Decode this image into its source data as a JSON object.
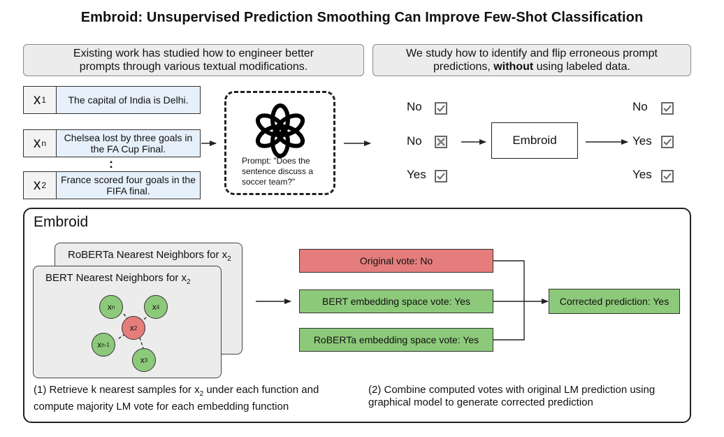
{
  "title": "Embroid: Unsupervised Prediction Smoothing Can Improve Few-Shot Classification",
  "banner_left": {
    "line1": "Existing work has studied how to engineer better",
    "line2": "prompts through various textual modifications."
  },
  "banner_right": {
    "line1": "We study how to identify and flip erroneous prompt",
    "line2_pre": "predictions, ",
    "line2_bold": "without",
    "line2_post": " using labeled data."
  },
  "inputs": [
    {
      "var": "x",
      "sub": "1",
      "text": "The capital of India is Delhi."
    },
    {
      "var": "x",
      "sub": "n",
      "text": "Chelsea lost by three goals in the FA Cup Final."
    },
    {
      "var": "x",
      "sub": "2",
      "text": "France scored four goals in the FIFA final."
    }
  ],
  "ellipsis": ":",
  "prompt": {
    "icon": "openai-logo-icon",
    "text": "Prompt: \"Does the sentence discuss a soccer team?\""
  },
  "original_predictions": [
    {
      "label": "No",
      "status": "correct"
    },
    {
      "label": "No",
      "status": "incorrect"
    },
    {
      "label": "Yes",
      "status": "correct"
    }
  ],
  "embroid_box_label": "Embroid",
  "corrected_predictions": [
    {
      "label": "No",
      "status": "correct"
    },
    {
      "label": "Yes",
      "status": "correct"
    },
    {
      "label": "Yes",
      "status": "correct"
    }
  ],
  "panel": {
    "title": "Embroid",
    "roberta_card": {
      "prefix": "RoBERTa Nearest Neighbors for x",
      "sub": "2"
    },
    "bert_card": {
      "prefix": "BERT Nearest Neighbors for x",
      "sub": "2"
    },
    "nodes": [
      {
        "var": "x",
        "sub": "n",
        "role": "neighbor"
      },
      {
        "var": "x",
        "sub": "4",
        "role": "neighbor"
      },
      {
        "var": "x",
        "sub": "2",
        "role": "query"
      },
      {
        "var": "x",
        "sub": "n-1",
        "role": "neighbor"
      },
      {
        "var": "x",
        "sub": "3",
        "role": "neighbor"
      }
    ],
    "votes": [
      {
        "text": "Original vote: No",
        "color": "#e57d7d"
      },
      {
        "text": "BERT embedding space vote: Yes",
        "color": "#8dc97a"
      },
      {
        "text": "RoBERTa embedding space vote: Yes",
        "color": "#8dc97a"
      }
    ],
    "result": {
      "text": "Corrected prediction: Yes",
      "color": "#8dc97a"
    },
    "caption_left": {
      "line1_pre": "(1) Retrieve k nearest samples for x",
      "line1_sub": "2",
      "line1_post": " under each function and",
      "line2": "compute majority LM vote for each embedding function"
    },
    "caption_right": {
      "line1": "(2) Combine computed votes with original LM prediction using",
      "line2": "graphical model to generate corrected prediction"
    }
  },
  "colors": {
    "incorrect": "#e57d7d",
    "correct": "#8dc97a",
    "query_node": "#e57d7d",
    "neighbor_node": "#8dc97a",
    "sentence_fill": "#e6f0fb"
  }
}
